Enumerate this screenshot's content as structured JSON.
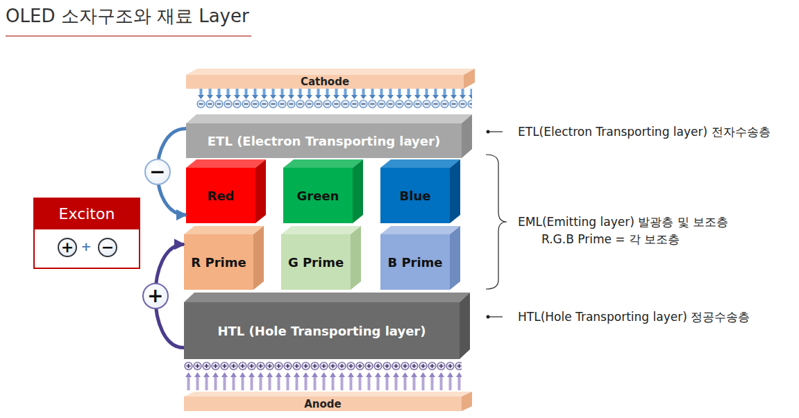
{
  "diagram": {
    "title": "OLED 소자구조와 재료 Layer",
    "nodes": [
      {
        "text": [
          "Cathode"
        ]
      },
      {
        "text": [
          "ETL (Electron Transporting layer)"
        ]
      },
      {
        "text": [
          "Red"
        ]
      },
      {
        "text": [
          "Green"
        ]
      },
      {
        "text": [
          "Blue"
        ]
      },
      {
        "text": [
          "R Prime"
        ]
      },
      {
        "text": [
          "G Prime"
        ]
      },
      {
        "text": [
          "B Prime"
        ]
      },
      {
        "text": [
          "HTL (Hole Transporting layer)"
        ]
      },
      {
        "text": [
          "Anode"
        ]
      },
      {
        "text": [
          "Exciton"
        ]
      },
      {
        "text": [
          "+"
        ],
        "in": 10
      },
      {
        "text": [
          "−"
        ],
        "in": 10
      }
    ],
    "edges": [
      {
        "from": 1,
        "to": 2,
        "arrow": "to",
        "label": "−"
      },
      {
        "from": 8,
        "to": 5,
        "arrow": "to",
        "label": "+"
      }
    ],
    "labels": [
      "+",
      "ETL(Electron Transporting layer) 전자수송층",
      "EML(Emitting layer) 발광층 및 보조층",
      "R.G.B Prime = 각 보조층",
      "HTL(Hole Transporting layer) 정공수송층"
    ]
  }
}
